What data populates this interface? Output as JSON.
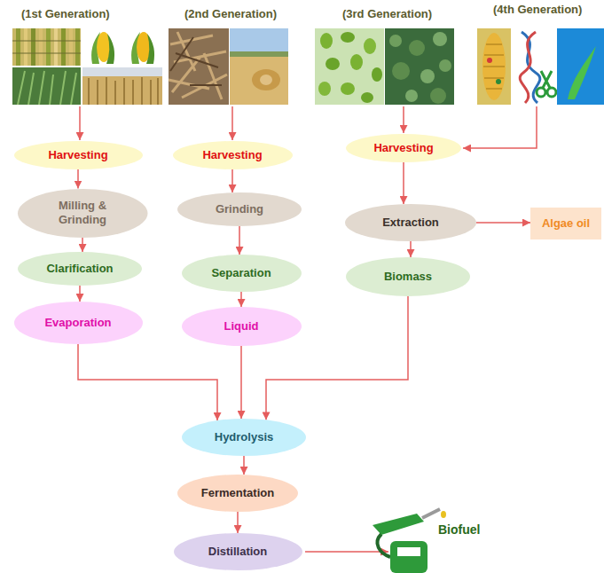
{
  "diagram": {
    "nodes": [
      {
        "text": [
          "Harvesting"
        ]
      },
      {
        "text": [
          "Milling & Grinding"
        ]
      },
      {
        "text": [
          "Clarification"
        ]
      },
      {
        "text": [
          "Evaporation"
        ]
      },
      {
        "text": [
          "Harvesting"
        ]
      },
      {
        "text": [
          "Grinding"
        ]
      },
      {
        "text": [
          "Separation"
        ]
      },
      {
        "text": [
          "Liquid"
        ]
      },
      {
        "text": [
          "Harvesting"
        ]
      },
      {
        "text": [
          "Extraction"
        ]
      },
      {
        "text": [
          "Algae oil"
        ]
      },
      {
        "text": [
          "Biomass"
        ]
      },
      {
        "text": [
          "Hydrolysis"
        ]
      },
      {
        "text": [
          "Fermentation"
        ]
      },
      {
        "text": [
          "Distillation"
        ]
      }
    ],
    "edges": [
      {
        "from": 0,
        "to": 1,
        "arrow": "to"
      },
      {
        "from": 1,
        "to": 2,
        "arrow": "to"
      },
      {
        "from": 2,
        "to": 3,
        "arrow": "to"
      },
      {
        "from": 4,
        "to": 5,
        "arrow": "to"
      },
      {
        "from": 5,
        "to": 6,
        "arrow": "to"
      },
      {
        "from": 6,
        "to": 7,
        "arrow": "to"
      },
      {
        "from": 8,
        "to": 9,
        "arrow": "to"
      },
      {
        "from": 9,
        "to": 10,
        "arrow": "to"
      },
      {
        "from": 9,
        "to": 11,
        "arrow": "to"
      },
      {
        "from": 3,
        "to": 12,
        "arrow": "to"
      },
      {
        "from": 7,
        "to": 12,
        "arrow": "to"
      },
      {
        "from": 11,
        "to": 12,
        "arrow": "to"
      },
      {
        "from": 12,
        "to": 13,
        "arrow": "to"
      },
      {
        "from": 13,
        "to": 14,
        "arrow": "to"
      }
    ],
    "labels": [
      "(1st Generation)",
      "(2nd Generation)",
      "(3rd Generation)",
      "(4th Generation)",
      "Biofuel"
    ]
  }
}
